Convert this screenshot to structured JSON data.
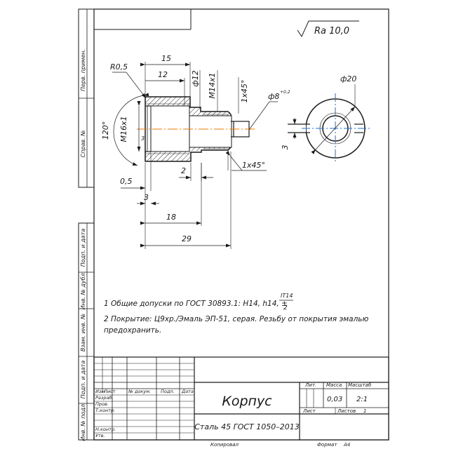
{
  "roughness": "Ra 10,0",
  "dimensions": {
    "d15": "15",
    "d12": "12",
    "r05": "R0,5",
    "phi12": "ф12",
    "m14": "M14x1",
    "ch1": "1x45°",
    "phi8": "ф8",
    "phi8_tol": "+0,2",
    "phi20": "ф20",
    "a120": "120°",
    "m16": "M16x1",
    "d3v": "3",
    "d2": "2",
    "ch2": "1x45°",
    "d05": "0,5",
    "d3": "3",
    "d18": "18",
    "d29": "29"
  },
  "notes": {
    "n1": "1 Общие допуски по ГОСТ 30893.1: H14, h14, ±",
    "n1_num": "IT14",
    "n1_den": "2",
    "n2a": "2 Покрытие: Ц9хр./Эмаль ЭП-51, серая. Резьбу от покрытия эмалью",
    "n2b": "предохранить."
  },
  "side_stamp": {
    "perv": "Перв. примен.",
    "sprav": "Справ. №",
    "podp1": "Подп. и дата",
    "inv_dubl": "Инв. № дубл.",
    "vzam": "Взам. инв. №",
    "podp2": "Подп. и дата",
    "inv_podl": "Инв. № подл."
  },
  "title_block": {
    "name": "Корпус",
    "material": "Сталь 45 ГОСТ 1050–2013",
    "lit": "Лит.",
    "massa": "Масса",
    "masshtab": "Масштаб",
    "mass_value": "0,03",
    "scale_value": "2:1",
    "list": "Лист",
    "listov": "Листов",
    "listov_value": "1",
    "izm": "Изм",
    "list_col": "Лист",
    "ndokum": "№ докум.",
    "podp": "Подп.",
    "data": "Дата",
    "razrab": "Разраб.",
    "prov": "Пров.",
    "tkontr": "Т.контр.",
    "nkontr": "Н.контр.",
    "utv": "Утв.",
    "kopiroval": "Копировал",
    "format": "Формат",
    "format_value": "A4"
  },
  "colors": {
    "line": "#1a1a1a",
    "axis": "#f07800",
    "hatch": "#2a2a2a",
    "circle_axis": "#1f6fd0"
  }
}
